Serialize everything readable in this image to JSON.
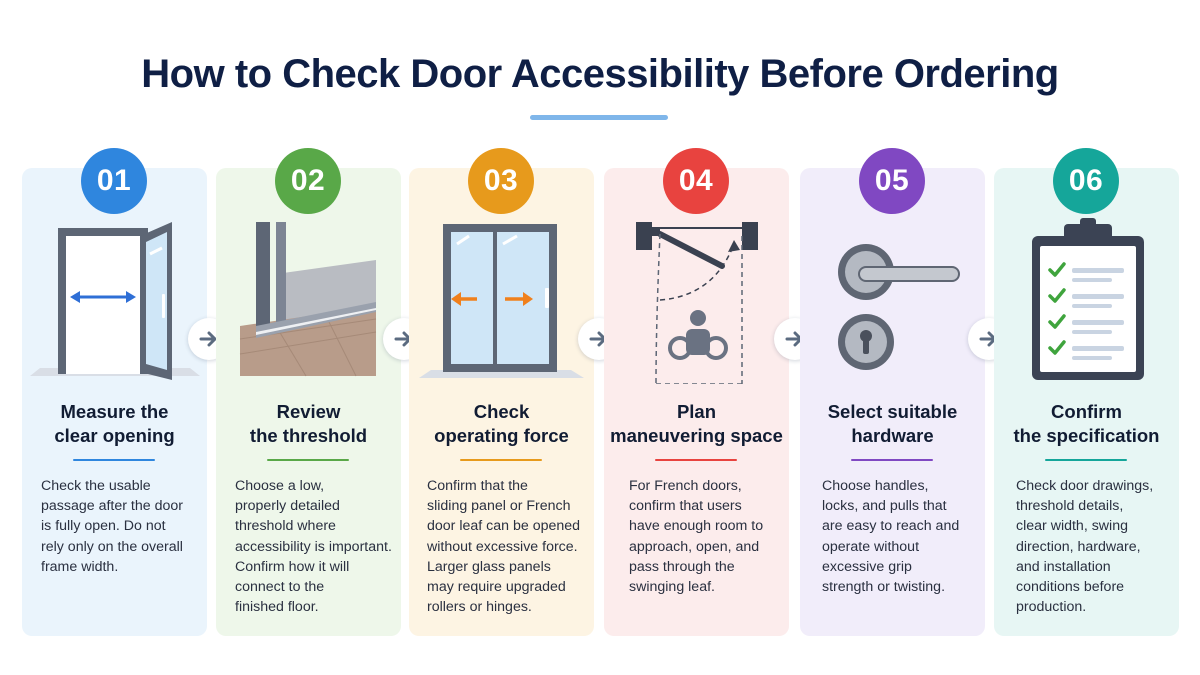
{
  "title": "How to Check Door Accessibility Before Ordering",
  "colors": {
    "title": "#0f1f45",
    "underline": "#7fb6ea",
    "arrow": "#5b6b80"
  },
  "steps": [
    {
      "number": "01",
      "title_lines": [
        "Measure the",
        "clear opening"
      ],
      "body_lines": [
        "Check the usable",
        "passage after the door",
        "is fully open. Do not",
        "rely only on the overall",
        "frame width."
      ],
      "icon": "open-door-width-icon",
      "accent": "#2f86de",
      "bg": "#eaf4fc"
    },
    {
      "number": "02",
      "title_lines": [
        "Review",
        "the threshold"
      ],
      "body_lines": [
        "Choose a low,",
        "properly detailed",
        "threshold where",
        "accessibility is important.",
        "Confirm how it will",
        "connect to the",
        "finished floor."
      ],
      "icon": "threshold-icon",
      "accent": "#59a848",
      "bg": "#eef7ea"
    },
    {
      "number": "03",
      "title_lines": [
        "Check",
        "operating force"
      ],
      "body_lines": [
        "Confirm that the",
        "sliding panel or French",
        "door leaf can be opened",
        "without excessive force.",
        "Larger glass panels",
        "may require upgraded",
        "rollers or hinges."
      ],
      "icon": "sliding-door-icon",
      "accent": "#e79a1c",
      "bg": "#fdf4e3"
    },
    {
      "number": "04",
      "title_lines": [
        "Plan",
        "maneuvering space"
      ],
      "body_lines": [
        "For French doors,",
        "confirm that users",
        "have enough room to",
        "approach, open, and",
        "pass through the",
        "swinging leaf."
      ],
      "icon": "wheelchair-swing-icon",
      "accent": "#e8433f",
      "bg": "#fcecec"
    },
    {
      "number": "05",
      "title_lines": [
        "Select suitable",
        "hardware"
      ],
      "body_lines": [
        "Choose handles,",
        "locks, and pulls that",
        "are easy to reach and",
        "operate without",
        "excessive grip",
        "strength or twisting."
      ],
      "icon": "door-handle-lock-icon",
      "accent": "#8048c2",
      "bg": "#f1edfa"
    },
    {
      "number": "06",
      "title_lines": [
        "Confirm",
        "the specification"
      ],
      "body_lines": [
        "Check door drawings,",
        "threshold details,",
        "clear width, swing",
        "direction, hardware,",
        "and installation",
        "conditions before",
        "production."
      ],
      "icon": "clipboard-checklist-icon",
      "accent": "#15a69a",
      "bg": "#e7f6f4"
    }
  ]
}
